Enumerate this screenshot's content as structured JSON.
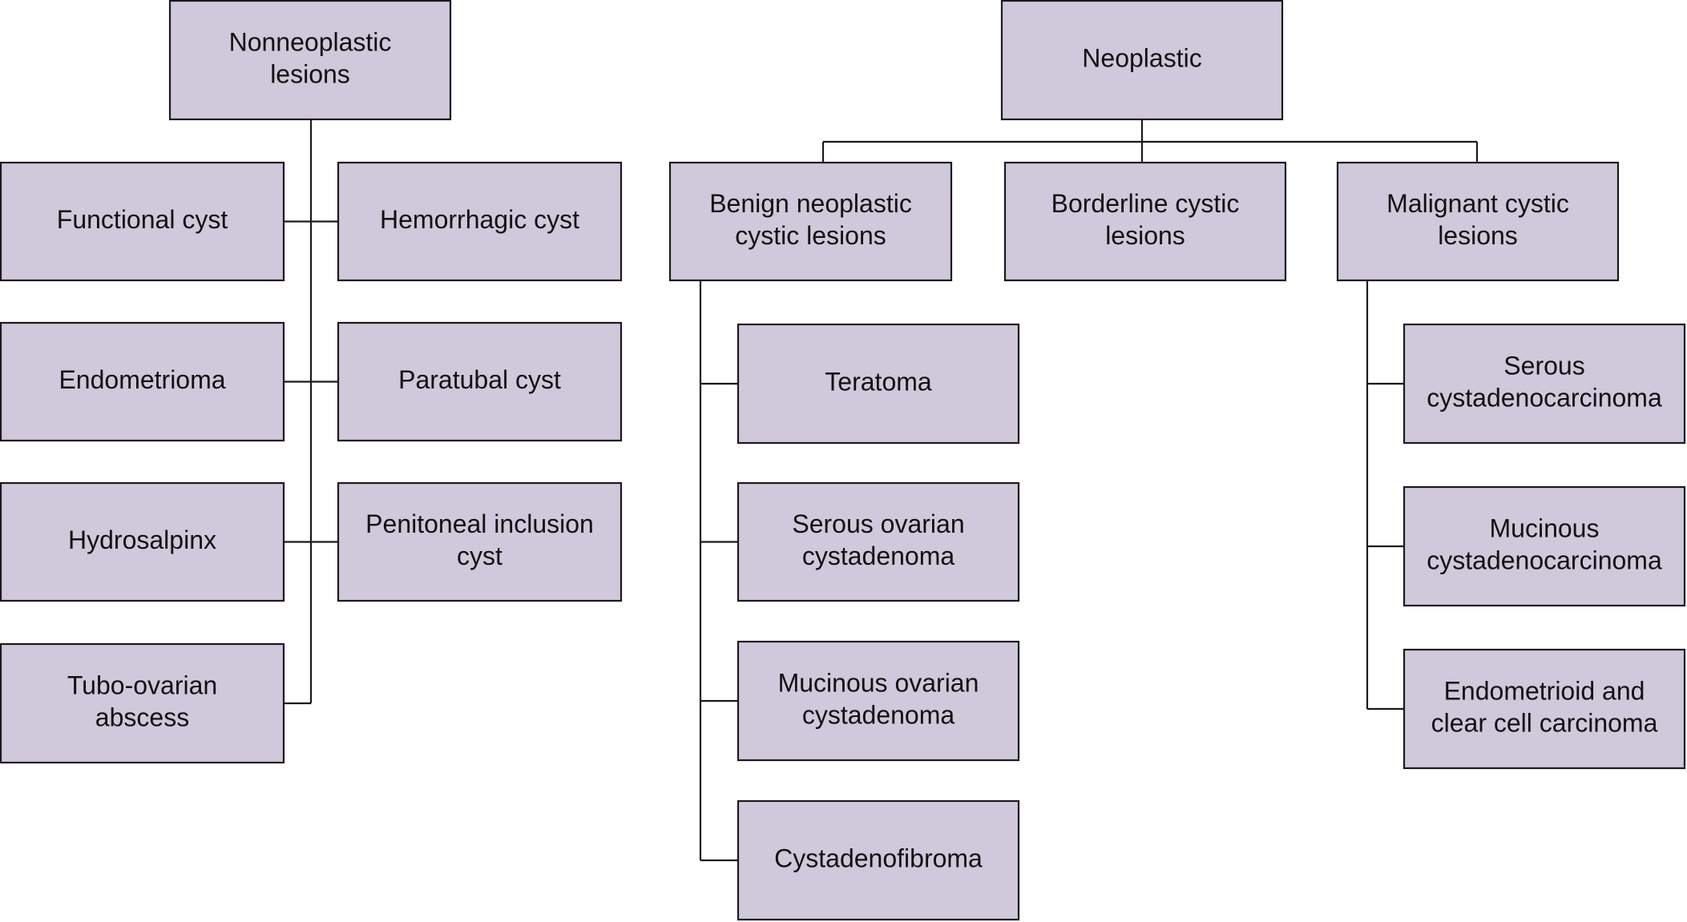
{
  "diagram": {
    "title": "Classification of ovarian cystic lesions",
    "nonneoplastic": {
      "label": [
        "Nonneoplastic",
        "lesions"
      ],
      "children": [
        {
          "label": [
            "Functional cyst"
          ]
        },
        {
          "label": [
            "Hemorrhagic cyst"
          ]
        },
        {
          "label": [
            "Endometrioma"
          ]
        },
        {
          "label": [
            "Paratubal cyst"
          ]
        },
        {
          "label": [
            "Hydrosalpinx"
          ]
        },
        {
          "label": [
            "Penitoneal inclusion",
            "cyst"
          ]
        },
        {
          "label": [
            "Tubo-ovarian",
            "abscess"
          ]
        }
      ]
    },
    "neoplastic": {
      "label": [
        "Neoplastic"
      ],
      "groups": [
        {
          "label": [
            "Benign neoplastic",
            "cystic lesions"
          ],
          "children": [
            {
              "label": [
                "Teratoma"
              ]
            },
            {
              "label": [
                "Serous ovarian",
                "cystadenoma"
              ]
            },
            {
              "label": [
                "Mucinous ovarian",
                "cystadenoma"
              ]
            },
            {
              "label": [
                "Cystadenofibroma"
              ]
            }
          ]
        },
        {
          "label": [
            "Borderline cystic",
            "lesions"
          ],
          "children": []
        },
        {
          "label": [
            "Malignant cystic",
            "lesions"
          ],
          "children": [
            {
              "label": [
                "Serous",
                "cystadenocarcinoma"
              ]
            },
            {
              "label": [
                "Mucinous",
                "cystadenocarcinoma"
              ]
            },
            {
              "label": [
                "Endometrioid and",
                "clear cell carcinoma"
              ]
            }
          ]
        }
      ]
    },
    "colors": {
      "box_fill": "#d0c8db",
      "box_border": "#1a1a1a",
      "text": "#111111",
      "background": "#ffffff"
    }
  }
}
